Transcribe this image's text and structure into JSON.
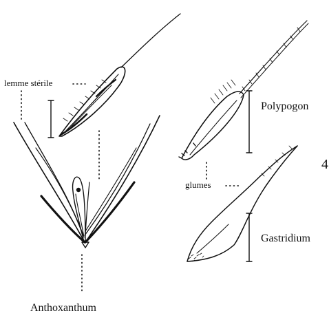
{
  "labels": {
    "lemme_sterile": "lemme stérile",
    "polypogon": "Polypogon",
    "glumes": "glumes",
    "gastridium": "Gastridium",
    "anthoxanthum": "Anthoxanthum",
    "figure_number": "4"
  }
}
